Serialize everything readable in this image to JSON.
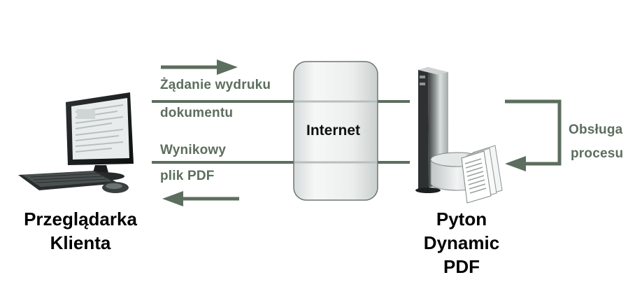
{
  "client": {
    "line1": "Przeglądarka",
    "line2": "Klienta"
  },
  "server": {
    "line1": "Pyton",
    "line2": "Dynamic",
    "line3": "PDF"
  },
  "internet": {
    "label": "Internet"
  },
  "request": {
    "line1": "Żądanie wydruku",
    "line2": "dokumentu"
  },
  "response": {
    "line1": "Wynikowy",
    "line2": "plik PDF"
  },
  "process": {
    "line1": "Obsługa",
    "line2": "procesu"
  },
  "colors": {
    "flow": "#5c6e5e",
    "text": "#000000",
    "cloud_fill": "#e7eaea",
    "cloud_stroke": "#6e7670"
  }
}
